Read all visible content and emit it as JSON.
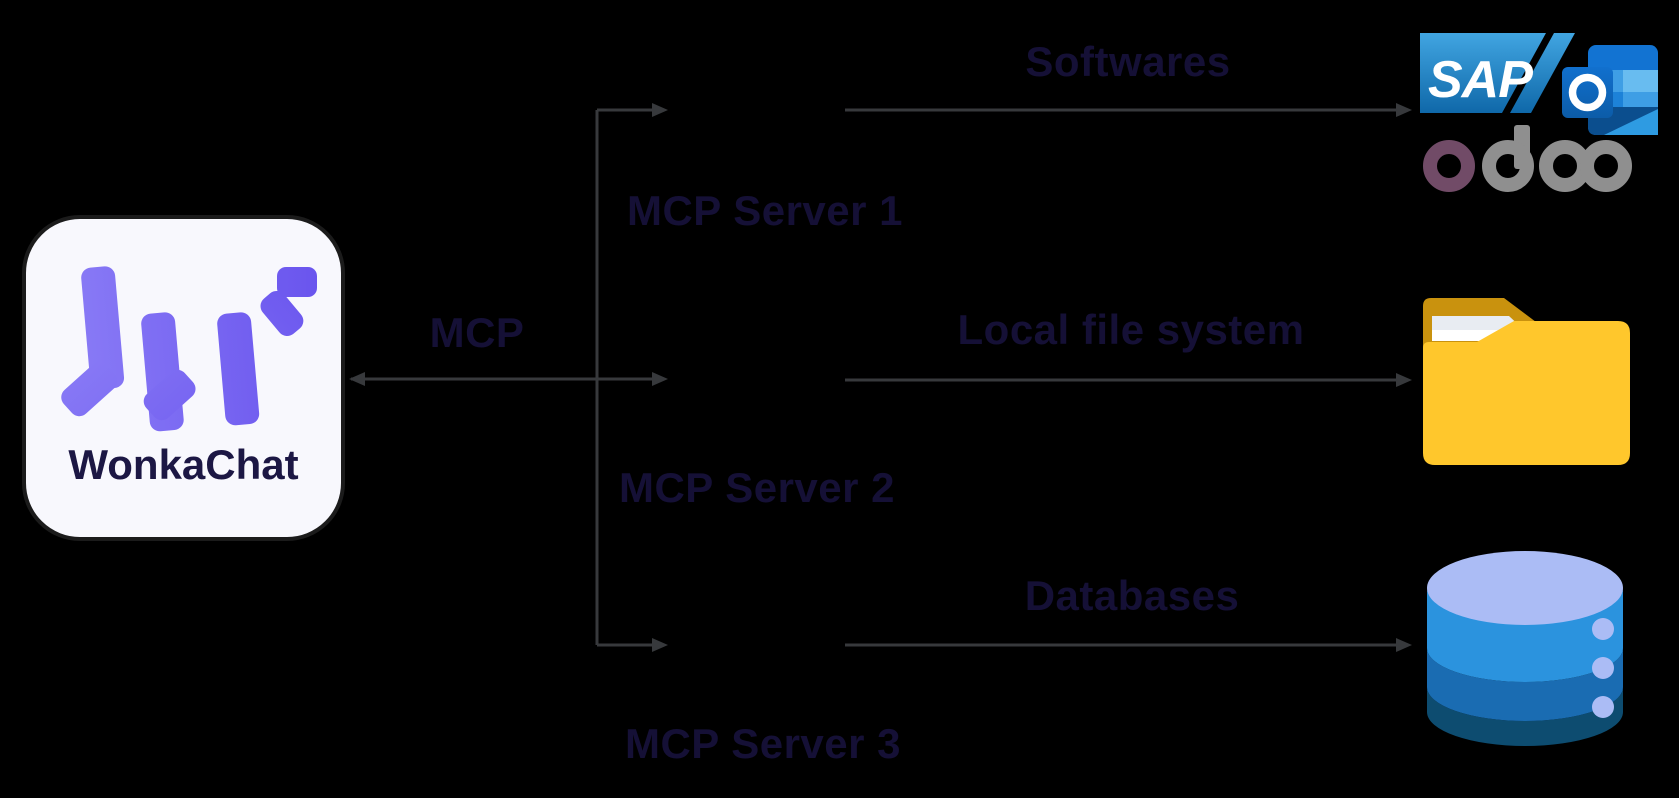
{
  "diagram": {
    "app": {
      "name": "WonkaChat"
    },
    "protocol": {
      "label": "MCP"
    },
    "servers": [
      {
        "label": "MCP Server 1"
      },
      {
        "label": "MCP Server 2"
      },
      {
        "label": "MCP Server 3"
      }
    ],
    "targets": [
      {
        "label": "Softwares"
      },
      {
        "label": "Local file system"
      },
      {
        "label": "Databases"
      }
    ],
    "logos": {
      "sap": "SAP"
    }
  },
  "colors": {
    "background": "#000000",
    "label_text": "#151036",
    "line": "#37393c",
    "box_fill": "#f8f8fd",
    "box_border": "#1b1b1b",
    "logo_purple_a": "#8a7cf6",
    "logo_purple_b": "#6a55ee",
    "sap_top": "#41a5e1",
    "sap_bottom": "#0f68a9",
    "outlook_blue": "#1273d2",
    "odoo_purple": "#714b67",
    "odoo_gray": "#8f8f8f",
    "folder_yellow": "#ffc72c",
    "folder_gold": "#c9920e",
    "db_light": "#abbcf5",
    "db_blue1": "#2b93de",
    "db_blue2": "#1a6cb2",
    "db_blue3": "#0d4c70"
  }
}
